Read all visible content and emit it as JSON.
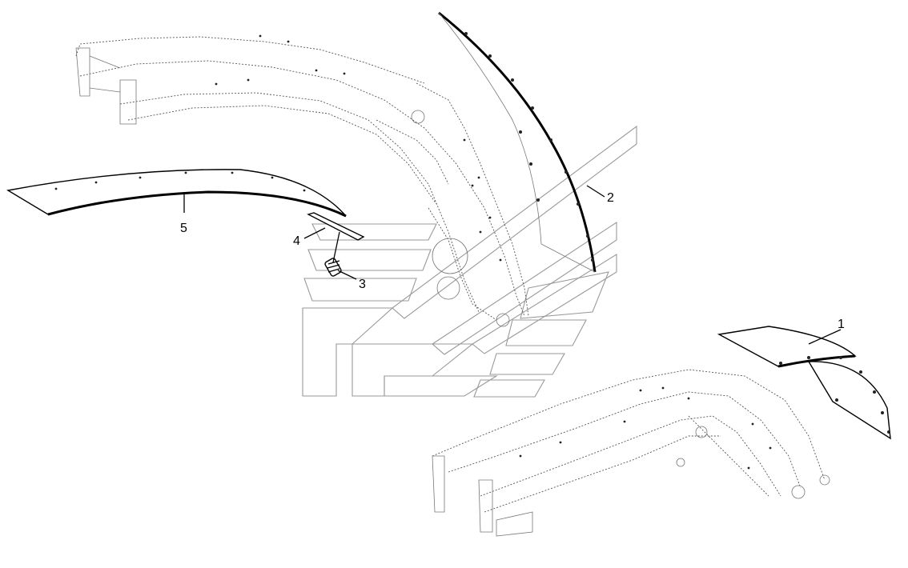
{
  "diagram": {
    "callouts": [
      {
        "id": "1",
        "label": "1"
      },
      {
        "id": "2",
        "label": "2"
      },
      {
        "id": "3",
        "label": "3"
      },
      {
        "id": "4",
        "label": "4"
      },
      {
        "id": "5",
        "label": "5"
      }
    ],
    "colors": {
      "line": "#000000",
      "assembly_line": "#555555",
      "watermark": "#999999",
      "background": "#ffffff"
    }
  }
}
